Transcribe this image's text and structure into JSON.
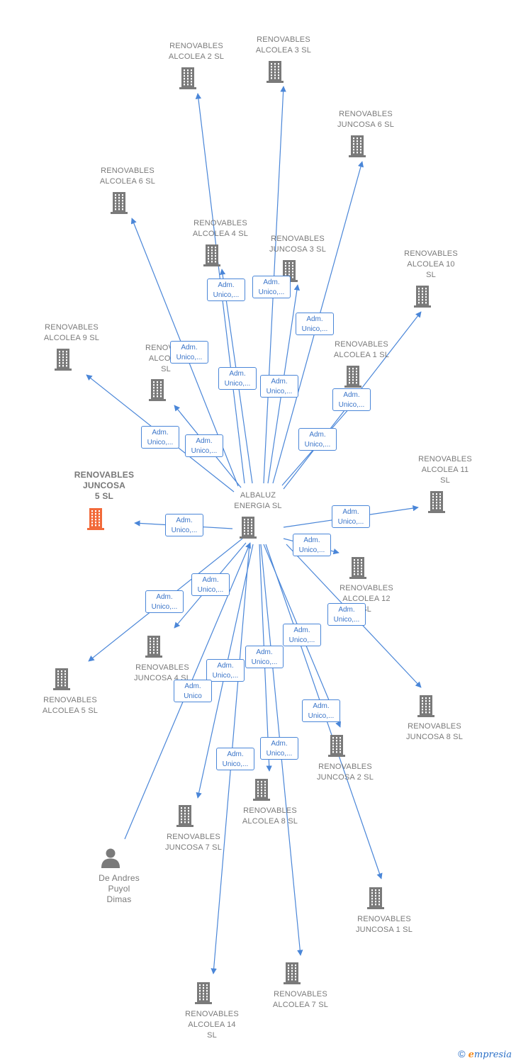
{
  "colors": {
    "edge": "#4a86d8",
    "building": "#7a7a7a",
    "focus_building": "#f26a3a",
    "person": "#7a7a7a"
  },
  "center": {
    "id": "albaluz",
    "lines": [
      "ALBALUZ",
      "ENERGIA SL"
    ]
  },
  "nodes": [
    {
      "id": "alcolea2",
      "lines": [
        "RENOVABLES",
        "ALCOLEA 2 SL"
      ],
      "icon": "building-icon"
    },
    {
      "id": "alcolea3",
      "lines": [
        "RENOVABLES",
        "ALCOLEA 3 SL"
      ],
      "icon": "building-icon"
    },
    {
      "id": "juncosa6",
      "lines": [
        "RENOVABLES",
        "JUNCOSA 6 SL"
      ],
      "icon": "building-icon"
    },
    {
      "id": "alcolea6",
      "lines": [
        "RENOVABLES",
        "ALCOLEA 6 SL"
      ],
      "icon": "building-icon"
    },
    {
      "id": "alcolea4",
      "lines": [
        "RENOVABLES",
        "ALCOLEA 4 SL"
      ],
      "icon": "building-icon"
    },
    {
      "id": "juncosa3",
      "lines": [
        "RENOVABLES",
        "JUNCOSA 3 SL"
      ],
      "icon": "building-icon"
    },
    {
      "id": "alcolea10",
      "lines": [
        "RENOVABLES",
        "ALCOLEA 10",
        "SL"
      ],
      "icon": "building-icon"
    },
    {
      "id": "alcolea9",
      "lines": [
        "RENOVABLES",
        "ALCOLEA 9 SL"
      ],
      "icon": "building-icon"
    },
    {
      "id": "alcoleaX",
      "lines": [
        "RENOVA…",
        "ALCOL…",
        "SL"
      ],
      "icon": "building-icon"
    },
    {
      "id": "alcolea1",
      "lines": [
        "RENOVABLES",
        "ALCOLEA 1 SL"
      ],
      "icon": "building-icon"
    },
    {
      "id": "juncosa5",
      "lines": [
        "RENOVABLES",
        "JUNCOSA",
        "5 SL"
      ],
      "icon": "building-icon",
      "focus": true
    },
    {
      "id": "alcolea11",
      "lines": [
        "RENOVABLES",
        "ALCOLEA 11",
        "SL"
      ],
      "icon": "building-icon"
    },
    {
      "id": "alcolea12",
      "lines": [
        "RENOVABLES",
        "ALCOLEA 12",
        "SL"
      ],
      "icon": "building-icon"
    },
    {
      "id": "alcolea5",
      "lines": [
        "RENOVABLES",
        "ALCOLEA 5 SL"
      ],
      "icon": "building-icon"
    },
    {
      "id": "juncosa4",
      "lines": [
        "RENOVABLES",
        "JUNCOSA 4 SL"
      ],
      "icon": "building-icon"
    },
    {
      "id": "juncosa8",
      "lines": [
        "RENOVABLES",
        "JUNCOSA 8 SL"
      ],
      "icon": "building-icon"
    },
    {
      "id": "juncosa2",
      "lines": [
        "RENOVABLES",
        "JUNCOSA 2 SL"
      ],
      "icon": "building-icon"
    },
    {
      "id": "alcolea8",
      "lines": [
        "RENOVABLES",
        "ALCOLEA 8 SL"
      ],
      "icon": "building-icon"
    },
    {
      "id": "juncosa7",
      "lines": [
        "RENOVABLES",
        "JUNCOSA 7 SL"
      ],
      "icon": "building-icon"
    },
    {
      "id": "juncosa1",
      "lines": [
        "RENOVABLES",
        "JUNCOSA 1 SL"
      ],
      "icon": "building-icon"
    },
    {
      "id": "alcolea14",
      "lines": [
        "RENOVABLES",
        "ALCOLEA 14",
        "SL"
      ],
      "icon": "building-icon"
    },
    {
      "id": "alcolea7",
      "lines": [
        "RENOVABLES",
        "ALCOLEA 7 SL"
      ],
      "icon": "building-icon"
    },
    {
      "id": "person",
      "lines": [
        "De Andres",
        "Puyol",
        "Dimas"
      ],
      "icon": "person-icon"
    }
  ],
  "edges": [
    {
      "from": "albaluz",
      "to": "alcolea2",
      "label": [
        "Adm.",
        "Unico,..."
      ]
    },
    {
      "from": "albaluz",
      "to": "alcolea3",
      "label": [
        "Adm.",
        "Unico,..."
      ]
    },
    {
      "from": "albaluz",
      "to": "juncosa6",
      "label": [
        "Adm.",
        "Unico,..."
      ]
    },
    {
      "from": "albaluz",
      "to": "alcolea6",
      "label": [
        "Adm.",
        "Unico,..."
      ]
    },
    {
      "from": "albaluz",
      "to": "alcolea4",
      "label": [
        "Adm.",
        "Unico,..."
      ]
    },
    {
      "from": "albaluz",
      "to": "juncosa3",
      "label": [
        "Adm.",
        "Unico,..."
      ]
    },
    {
      "from": "albaluz",
      "to": "alcolea10",
      "label": [
        "Adm.",
        "Unico,..."
      ]
    },
    {
      "from": "albaluz",
      "to": "alcolea9",
      "label": [
        "Adm.",
        "Unico,..."
      ]
    },
    {
      "from": "albaluz",
      "to": "alcoleaX",
      "label": [
        "Adm.",
        "Unico,..."
      ]
    },
    {
      "from": "albaluz",
      "to": "alcolea1",
      "label": [
        "Adm.",
        "Unico,..."
      ]
    },
    {
      "from": "albaluz",
      "to": "juncosa5",
      "label": [
        "Adm.",
        "Unico,..."
      ]
    },
    {
      "from": "albaluz",
      "to": "alcolea11",
      "label": [
        "Adm.",
        "Unico,..."
      ]
    },
    {
      "from": "albaluz",
      "to": "alcolea12",
      "label": [
        "Adm.",
        "Unico,..."
      ]
    },
    {
      "from": "albaluz",
      "to": "alcolea5",
      "label": [
        "Adm.",
        "Unico,..."
      ]
    },
    {
      "from": "albaluz",
      "to": "juncosa4",
      "label": [
        "Adm.",
        "Unico,..."
      ]
    },
    {
      "from": "albaluz",
      "to": "juncosa8",
      "label": [
        "Adm.",
        "Unico,..."
      ]
    },
    {
      "from": "albaluz",
      "to": "juncosa2",
      "label": [
        "Adm.",
        "Unico,..."
      ]
    },
    {
      "from": "albaluz",
      "to": "alcolea8",
      "label": [
        "Adm.",
        "Unico,..."
      ]
    },
    {
      "from": "albaluz",
      "to": "juncosa7",
      "label": [
        "Adm.",
        "Unico,..."
      ]
    },
    {
      "from": "albaluz",
      "to": "juncosa1",
      "label": [
        "Adm.",
        "Unico,..."
      ]
    },
    {
      "from": "albaluz",
      "to": "alcolea14",
      "label": [
        "Adm.",
        "Unico,..."
      ]
    },
    {
      "from": "albaluz",
      "to": "alcolea7",
      "label": [
        "Adm.",
        "Unico,..."
      ]
    },
    {
      "from": "person",
      "to": "albaluz",
      "label": [
        "Adm.",
        "Unico"
      ]
    }
  ],
  "footer": {
    "copyright": "©",
    "brand_initial": "e",
    "brand_rest": "mpresia"
  }
}
